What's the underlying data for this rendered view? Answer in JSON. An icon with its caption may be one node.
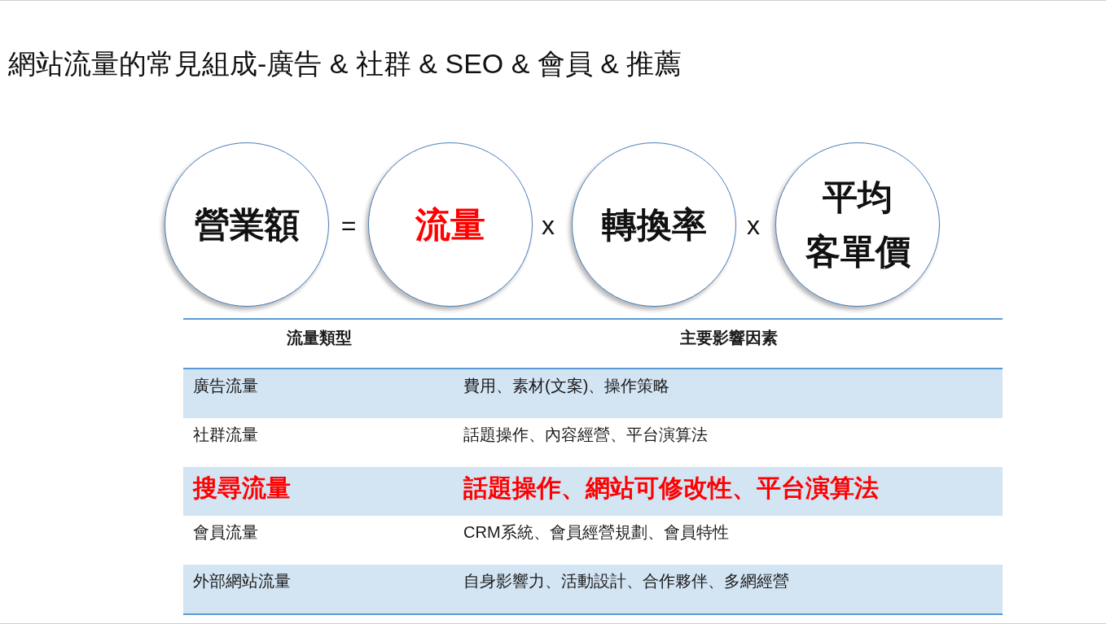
{
  "diagram": {
    "title": "網站流量的常見組成-廣告 & 社群 & SEO & 會員 & 推薦",
    "nodes": [
      {
        "text": [
          "營業額"
        ]
      },
      {
        "text": [
          "流量"
        ]
      },
      {
        "text": [
          "轉換率"
        ]
      },
      {
        "text": [
          "平均客單價"
        ]
      }
    ],
    "labels": [
      "=",
      "x",
      "x",
      "流量類型",
      "主要影響因素",
      "廣告流量",
      "費用、素材(文案)、操作策略",
      "社群流量",
      "話題操作、內容經營、平台演算法",
      "搜尋流量",
      "話題操作、網站可修改性、平台演算法",
      "會員流量",
      "CRM系統、會員經營規劃、會員特性",
      "外部網站流量",
      "自身影響力、活動設計、合作夥伴、多網經營"
    ]
  }
}
